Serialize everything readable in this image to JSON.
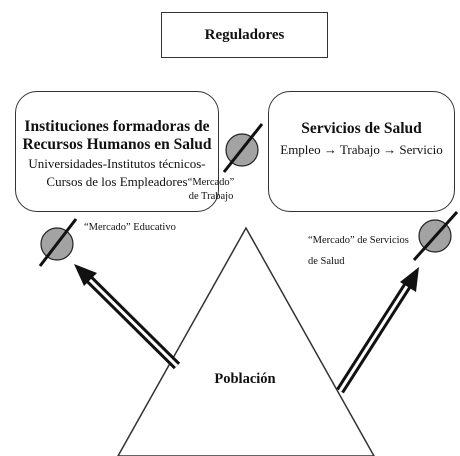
{
  "regulators": {
    "label": "Reguladores"
  },
  "institutions": {
    "title_line1": "Instituciones formadoras de",
    "title_line2": "Recursos Humanos en Salud",
    "subtitle_line1": "Universidades-Institutos técnicos-",
    "subtitle_line2": "Cursos de los Empleadores"
  },
  "services": {
    "title": "Servicios de Salud",
    "flow": "Empleo → Trabajo → Servicio"
  },
  "population": {
    "label": "Población"
  },
  "markets": {
    "work_line1": "“Mercado”",
    "work_line2": "de Trabajo",
    "education": "“Mercado” Educativo",
    "services_line1": "“Mercado” de Servicios",
    "services_line2": "de Salud"
  },
  "colors": {
    "market_circle_fill": "#a3a3a3",
    "line": "#111111",
    "background": "#ffffff"
  }
}
